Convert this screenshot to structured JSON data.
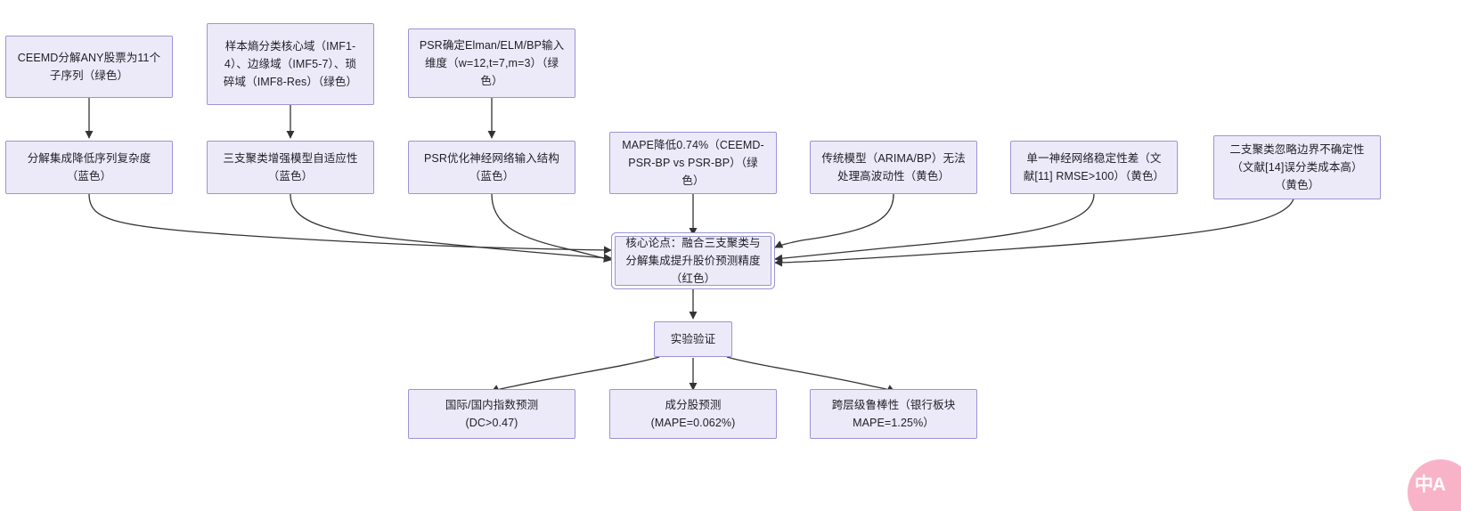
{
  "diagram": {
    "type": "flowchart",
    "title": "",
    "background_color": "#ffffff",
    "node_fill": "#ECEAF8",
    "node_border": "#9B95D4",
    "edge_color": "#333333",
    "watermark_color": "#F9B3C9",
    "watermark_text": "中A"
  },
  "nodes": {
    "ceemd_decompose": "CEEMD分解ANY股票为11个\n子序列（绿色）",
    "sample_entropy": "样本熵分类核心域（IMF1-\n4）、边缘域（IMF5-7）、琐\n碎域（IMF8-Res）（绿色）",
    "psr_dimension": "PSR确定Elman/ELM/BP输入\n维度（w=12,t=7,m=3）（绿\n色）",
    "decompose_reduce": "分解集成降低序列复杂度\n（蓝色）",
    "three_way_cluster": "三支聚类增强模型自适应性\n（蓝色）",
    "psr_optimize": "PSR优化神经网络输入结构\n（蓝色）",
    "mape_drop": "MAPE降低0.74%（CEEMD-\nPSR-BP vs PSR-BP）（绿\n色）",
    "traditional_model": "传统模型（ARIMA/BP）无法\n处理高波动性（黄色）",
    "single_nn": "单一神经网络稳定性差（文\n献[11] RMSE>100）（黄色）",
    "two_way_cluster": "二支聚类忽略边界不确定性\n（文献[14]误分类成本高）\n（黄色）",
    "core_claim": "核心论点：融合三支聚类与\n分解集成提升股价预测精度\n（红色）",
    "experiment": "实验验证",
    "index_forecast": "国际/国内指数预测\n(DC>0.47)",
    "component_forecast": "成分股预测\n(MAPE=0.062%)",
    "cross_level_robust": "跨层级鲁棒性（银行板块\nMAPE=1.25%）"
  }
}
